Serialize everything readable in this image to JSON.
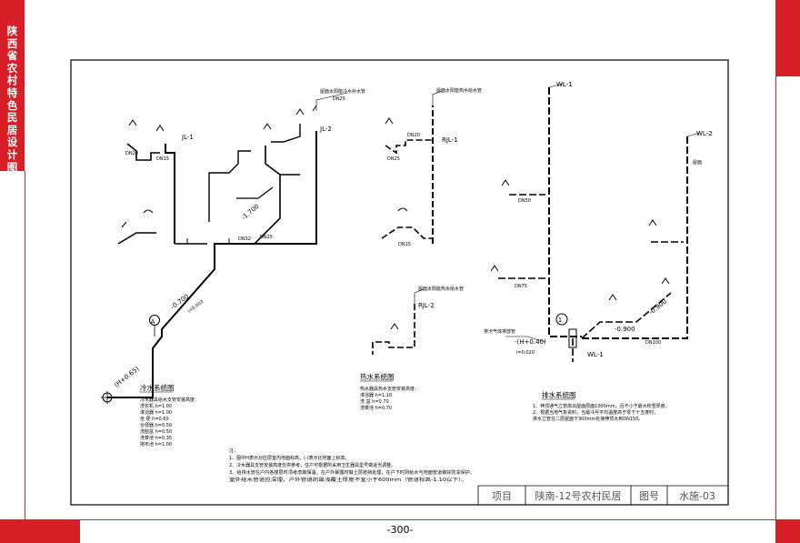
{
  "side_title": "陕西省农村特色民居设计图集",
  "page_number": "-300-",
  "title_block": {
    "project_label": "项目",
    "project_name": "陕南-12号农村民居",
    "drawing_no_label": "图号",
    "drawing_no": "水施-03"
  },
  "colors": {
    "accent": "#d61f26",
    "line": "#000000"
  },
  "cold_water": {
    "title": "冷水系统图",
    "notes": [
      "冷水器具给水支管安装高度：",
      "洗衣机  h=1.00",
      "淋浴器  h=1.00",
      "坐  便  h=0.60",
      "台便器  h=0.50",
      "洗脸盆  h=0.50",
      "洗菜池  h=0.35",
      "拖布池  h=1.00"
    ],
    "risers": [
      "JL-1",
      "JL-2"
    ],
    "pipe_labels": [
      "DN20",
      "DN25",
      "DN15",
      "DN32",
      "-0.700",
      "i=0.003",
      "-1.700",
      "(H+0.65)"
    ],
    "riser_note": "屋面太阳能冷水补水管",
    "riser_note_size": "DN25",
    "node_label": "A"
  },
  "hot_water": {
    "title": "热水系统图",
    "notes": [
      "热水器具热水支管安装高度：",
      "淋浴器  h=1.10",
      "洗  盆  h=0.70",
      "洗菜池  h=0.70"
    ],
    "risers": [
      "RJL-1",
      "RJL-2"
    ],
    "riser_note": "屋面太阳能热水给水管",
    "pipe_labels": [
      "DN25",
      "DN20",
      "DN15"
    ]
  },
  "drainage": {
    "title": "排水系统图",
    "notes": [
      "1、伸顶通气立管高出屋面层面1000mm，且不小于最大积雪厚度。",
      "2、根据当地气象资料，当最冷月平均温度高于零下十五度时，",
      "   排水立管在二层屋面下300mm处接伸顶大到DN150。"
    ],
    "risers": [
      "WL-1",
      "WL-2"
    ],
    "pipe_labels": [
      "DN100",
      "DN50",
      "DN75",
      "-0.900",
      "-0.900",
      "-(H+0.40)",
      "i=0.020"
    ],
    "outlet_note": "排污气体排放管",
    "node_label": "1",
    "vent_label": "屋面"
  },
  "general_notes": [
    "注：",
    "1、图中H表示对应层室内地面标高，(-)表示比地面上标高。",
    "2、冷水器具支管安装高度仅供参考，住户可根据所采用卫生器具型号做适当调整。",
    "3、给排水管在户内各楼层时须考虑做保温，在户外暴露时做土层遮挡处理，在户下时则给水与地面管道做好防冻保护。",
    "   室外给水管道应深埋，户外管道的最浅覆土厚度不宜小于600mm（管道标高-1.10以下）。"
  ]
}
